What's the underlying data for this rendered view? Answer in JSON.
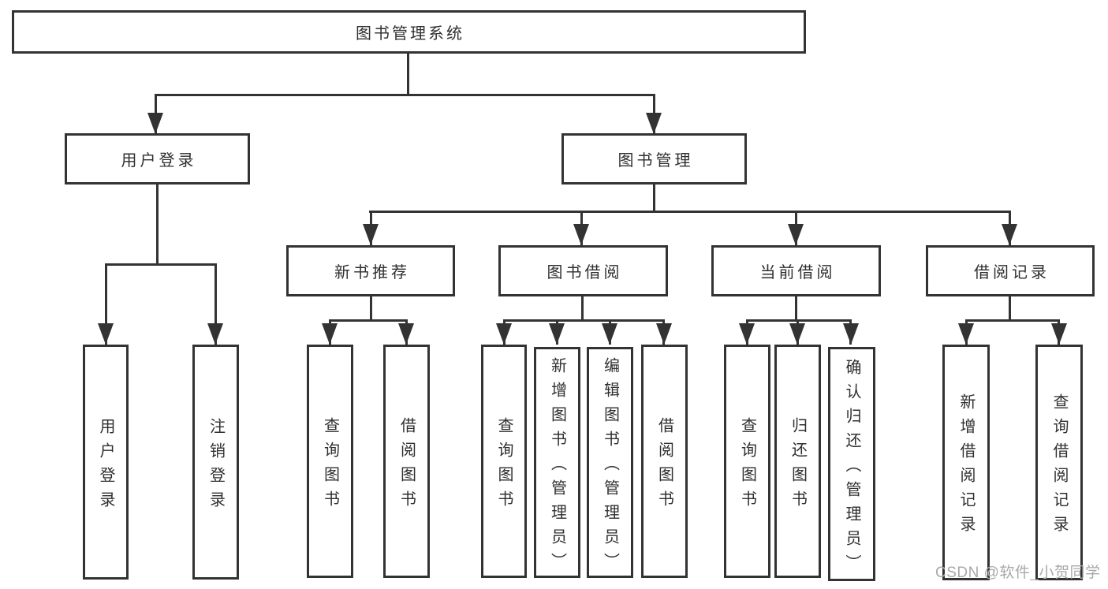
{
  "tree": {
    "root": {
      "label": "图书管理系统"
    },
    "branches": [
      {
        "label": "用户登录",
        "children": [
          {
            "label": "用户登录"
          },
          {
            "label": "注销登录"
          }
        ]
      },
      {
        "label": "图书管理",
        "children": [
          {
            "label": "新书推荐",
            "children": [
              {
                "label": "查询图书"
              },
              {
                "label": "借阅图书"
              }
            ]
          },
          {
            "label": "图书借阅",
            "children": [
              {
                "label": "查询图书"
              },
              {
                "label": "新增图书（管理员）"
              },
              {
                "label": "编辑图书（管理员）"
              },
              {
                "label": "借阅图书"
              }
            ]
          },
          {
            "label": "当前借阅",
            "children": [
              {
                "label": "查询图书"
              },
              {
                "label": "归还图书"
              },
              {
                "label": "确认归还（管理员）"
              }
            ]
          },
          {
            "label": "借阅记录",
            "children": [
              {
                "label": "新增借阅记录"
              },
              {
                "label": "查询借阅记录"
              }
            ]
          }
        ]
      }
    ]
  },
  "watermark": {
    "text": "CSDN @软件_小贺同学"
  },
  "colors": {
    "line": "#333333",
    "text": "#2f2f2f",
    "watermark": "#a9a9a9",
    "background": "#ffffff"
  }
}
